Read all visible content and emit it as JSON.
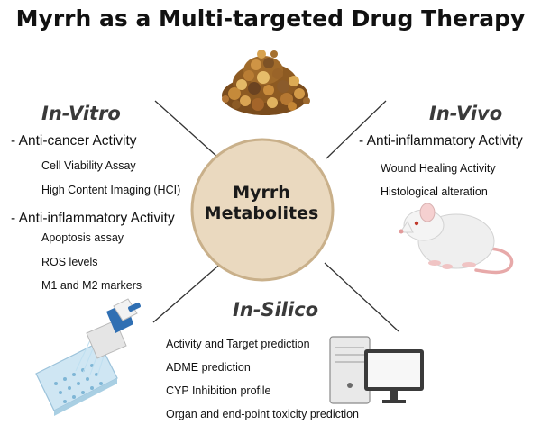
{
  "title": "Myrrh as a Multi-targeted Drug Therapy",
  "center": {
    "line1": "Myrrh",
    "line2": "Metabolites"
  },
  "in_vitro": {
    "title": "In-Vitro",
    "groups": [
      {
        "heading": "- Anti-cancer Activity",
        "items": [
          "Cell Viability Assay",
          "High Content Imaging (HCI)"
        ]
      },
      {
        "heading": "- Anti-inflammatory Activity",
        "items": [
          "Apoptosis assay",
          "ROS levels",
          "M1 and M2 markers"
        ]
      }
    ]
  },
  "in_vivo": {
    "title": "In-Vivo",
    "heading": "- Anti-inflammatory Activity",
    "items": [
      "Wound Healing Activity",
      "Histological alteration"
    ]
  },
  "in_silico": {
    "title": "In-Silico",
    "items": [
      "Activity and Target prediction",
      "ADME prediction",
      "CYP Inhibition profile",
      "Organ and end-point toxicity prediction"
    ]
  },
  "icons": [
    "myrrh-resin-icon",
    "rat-icon",
    "pipette-plate-icon",
    "computer-icon"
  ],
  "colors": {
    "center_fill": "#ead9bf",
    "center_stroke": "#c9b08a",
    "connector": "#333333"
  }
}
